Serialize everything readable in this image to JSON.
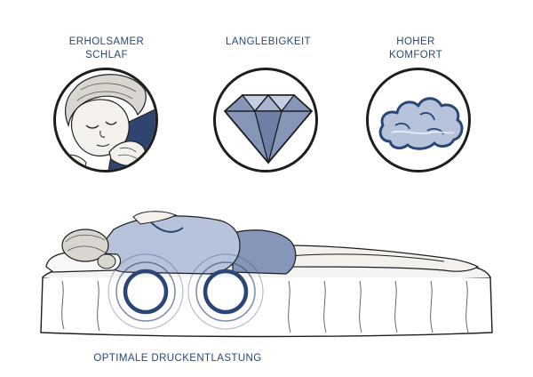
{
  "features": [
    {
      "id": "sleep",
      "lines": [
        "ERHOLSAMER",
        "SCHLAF"
      ],
      "icon": "sleeping-face-icon"
    },
    {
      "id": "durable",
      "lines": [
        "LANGLEBIGKEIT"
      ],
      "icon": "diamond-icon"
    },
    {
      "id": "comfort",
      "lines": [
        "HOHER",
        "KOMFORT"
      ],
      "icon": "cloud-icon"
    }
  ],
  "caption": "OPTIMALE DRUCKENTLASTUNG",
  "colors": {
    "accent": "#2a4676",
    "ink": "#1e1e1e",
    "fill_light": "#b7c3da",
    "fill_mid": "#8596b9"
  }
}
